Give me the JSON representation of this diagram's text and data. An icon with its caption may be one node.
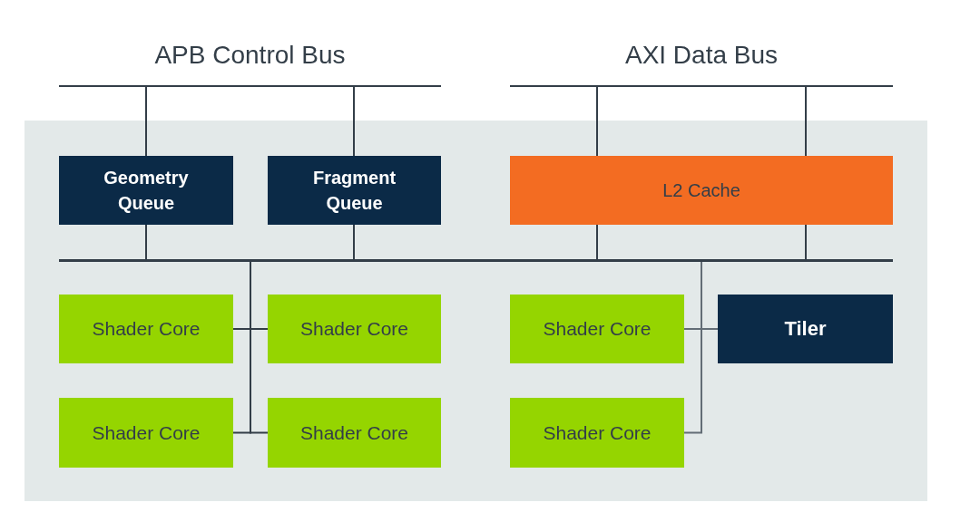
{
  "diagram": {
    "nodes": [
      {
        "text": [
          "APB Control Bus"
        ]
      },
      {
        "text": [
          "AXI Data Bus"
        ]
      },
      {
        "text": [],
        "shape": "box"
      },
      {
        "text": [
          "Geometry Queue"
        ],
        "in": 2
      },
      {
        "text": [
          "Fragment Queue"
        ],
        "in": 2
      },
      {
        "text": [
          "L2 Cache"
        ],
        "in": 2
      },
      {
        "text": [],
        "shape": "bar",
        "in": 2
      },
      {
        "text": [
          "Shader Core"
        ],
        "in": 2
      },
      {
        "text": [
          "Shader Core"
        ],
        "in": 2
      },
      {
        "text": [
          "Shader Core"
        ],
        "in": 2
      },
      {
        "text": [
          "Tiler"
        ],
        "in": 2
      },
      {
        "text": [
          "Shader Core"
        ],
        "in": 2
      },
      {
        "text": [
          "Shader Core"
        ],
        "in": 2
      },
      {
        "text": [
          "Shader Core"
        ],
        "in": 2
      }
    ],
    "edges": [
      {
        "from": 0,
        "to": 3,
        "arrow": "none"
      },
      {
        "from": 0,
        "to": 4,
        "arrow": "none"
      },
      {
        "from": 1,
        "to": 5,
        "arrow": "none"
      },
      {
        "from": 1,
        "to": 5,
        "arrow": "none"
      },
      {
        "from": 3,
        "to": 6,
        "arrow": "none"
      },
      {
        "from": 4,
        "to": 6,
        "arrow": "none"
      },
      {
        "from": 5,
        "to": 6,
        "arrow": "none"
      },
      {
        "from": 5,
        "to": 6,
        "arrow": "none"
      },
      {
        "from": 6,
        "to": 7,
        "arrow": "none"
      },
      {
        "from": 6,
        "to": 8,
        "arrow": "none"
      },
      {
        "from": 6,
        "to": 11,
        "arrow": "none"
      },
      {
        "from": 6,
        "to": 12,
        "arrow": "none"
      },
      {
        "from": 6,
        "to": 9,
        "arrow": "none",
        "color": "#636d76"
      },
      {
        "from": 6,
        "to": 10,
        "arrow": "none",
        "color": "#636d76"
      },
      {
        "from": 6,
        "to": 13,
        "arrow": "none",
        "color": "#636d76"
      }
    ]
  }
}
